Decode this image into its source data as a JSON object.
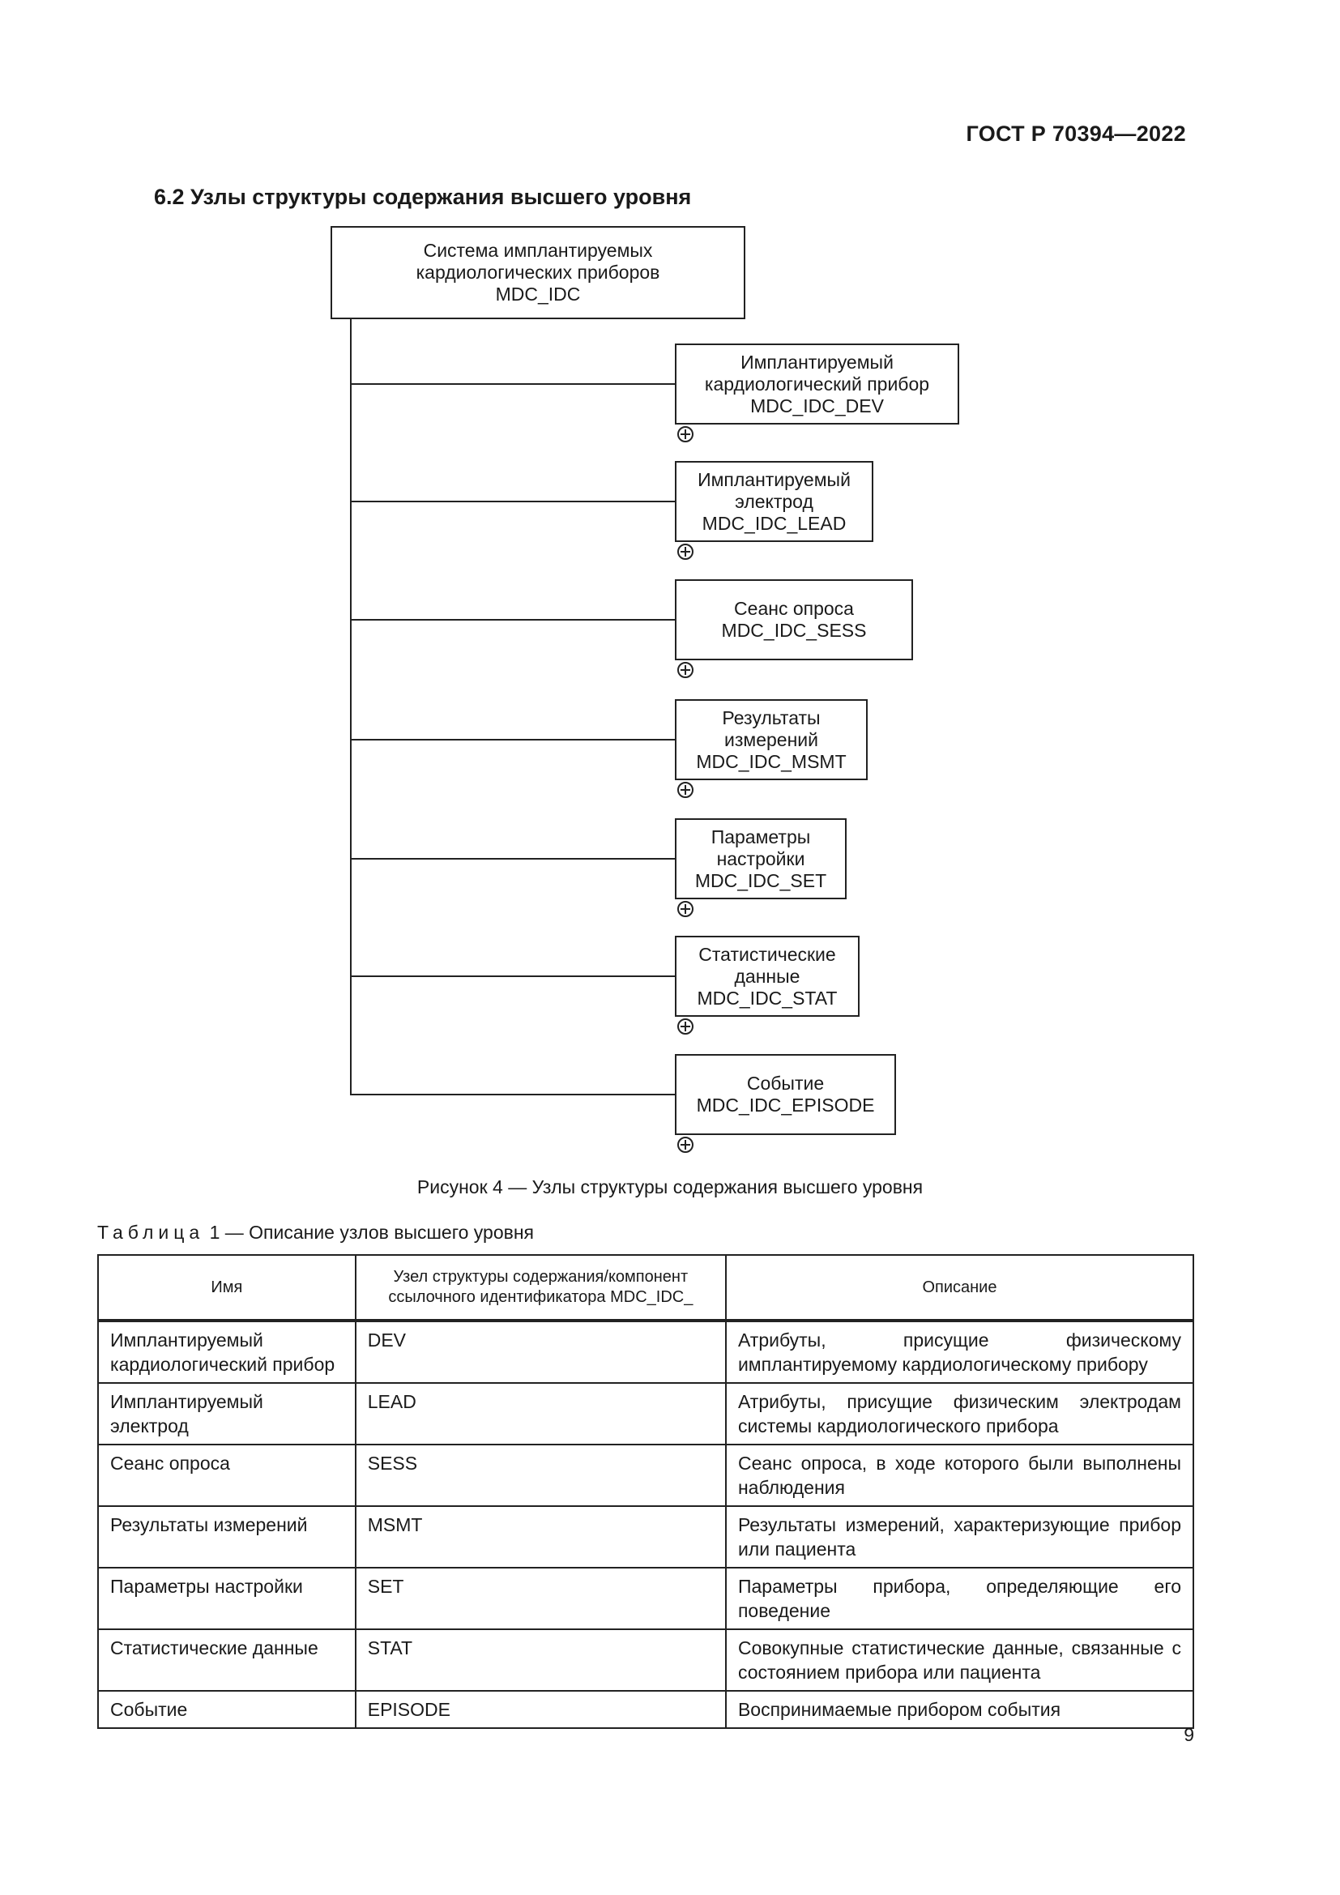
{
  "header": {
    "doc_code": "ГОСТ Р 70394—2022"
  },
  "section": {
    "title": "6.2 Узлы структуры содержания высшего уровня"
  },
  "figure": {
    "root": {
      "lines": [
        "Система имплантируемых",
        "кардиологических приборов",
        "MDC_IDC"
      ]
    },
    "children": [
      {
        "lines": [
          "Имплантируемый",
          "кардиологический прибор",
          "MDC_IDC_DEV"
        ],
        "expand_icon": "circled-plus-icon"
      },
      {
        "lines": [
          "Имплантируемый",
          "электрод",
          "MDC_IDC_LEAD"
        ],
        "expand_icon": "circled-plus-icon"
      },
      {
        "lines": [
          "Сеанс опроса",
          "MDC_IDC_SESS"
        ],
        "expand_icon": "circled-plus-icon"
      },
      {
        "lines": [
          "Результаты",
          "измерений",
          "MDC_IDC_MSMT"
        ],
        "expand_icon": "circled-plus-icon"
      },
      {
        "lines": [
          "Параметры",
          "настройки",
          "MDC_IDC_SET"
        ],
        "expand_icon": "circled-plus-icon"
      },
      {
        "lines": [
          "Статистические",
          "данные",
          "MDC_IDC_STAT"
        ],
        "expand_icon": "circled-plus-icon"
      },
      {
        "lines": [
          "Событие",
          "MDC_IDC_EPISODE"
        ],
        "expand_icon": "circled-plus-icon"
      }
    ],
    "caption": "Рисунок 4 — Узлы структуры содержания высшего уровня"
  },
  "table": {
    "caption_label": "Таблица",
    "caption_rest": " 1 — Описание узлов высшего уровня",
    "headers": [
      "Имя",
      "Узел структуры содержания/компонент ссылочного идентификатора MDC_IDC_",
      "Описание"
    ],
    "rows": [
      [
        "Имплантируемый кардиологический прибор",
        "DEV",
        "Атрибуты, присущие физическому имплантируемому кардиологическому прибору"
      ],
      [
        "Имплантируемый электрод",
        "LEAD",
        "Атрибуты, присущие физическим электродам системы кардиологического прибора"
      ],
      [
        "Сеанс опроса",
        "SESS",
        "Сеанс опроса, в ходе которого были выполнены наблюдения"
      ],
      [
        "Результаты измерений",
        "MSMT",
        "Результаты измерений, характеризующие прибор или пациента"
      ],
      [
        "Параметры настройки",
        "SET",
        "Параметры прибора, определяющие его поведение"
      ],
      [
        "Статистические данные",
        "STAT",
        "Совокупные статистические данные, связанные с состоянием прибора или пациента"
      ],
      [
        "Событие",
        "EPISODE",
        "Воспринимаемые прибором события"
      ]
    ]
  },
  "footer": {
    "page_number": "9"
  }
}
